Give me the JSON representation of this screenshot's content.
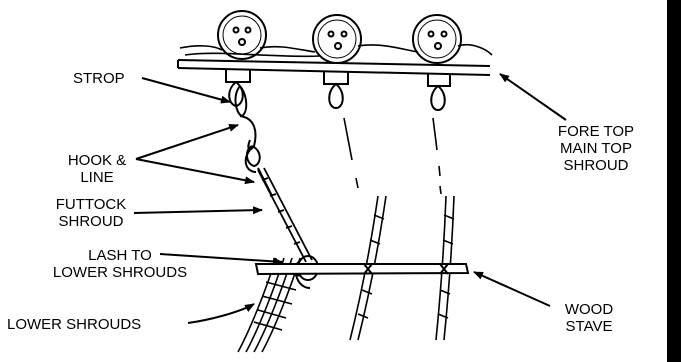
{
  "labels": {
    "strop": "STROP",
    "hook_line_1": "HOOK &",
    "hook_line_2": "LINE",
    "futtock_1": "FUTTOCK",
    "futtock_2": "SHROUD",
    "lash_1": "LASH TO",
    "lash_2": "LOWER SHROUDS",
    "lower_shrouds": "LOWER SHROUDS",
    "fore_top_1": "FORE TOP",
    "fore_top_2": "MAIN TOP",
    "fore_top_3": "SHROUD",
    "wood_1": "WOOD",
    "wood_2": "STAVE"
  },
  "colors": {
    "ink": "#000000",
    "background": "#ffffff"
  }
}
